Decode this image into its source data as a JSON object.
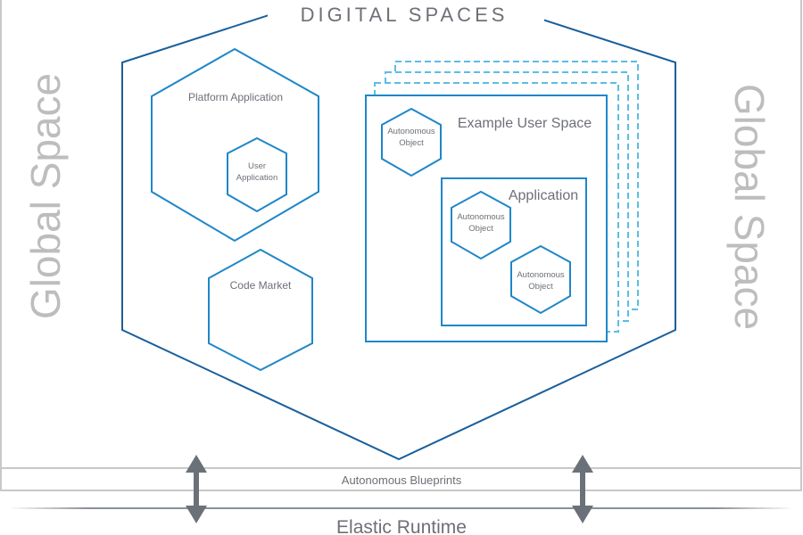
{
  "title": "DIGITAL SPACES",
  "global_space_left": "Global Space",
  "global_space_right": "Global Space",
  "platform_application": "Platform Application",
  "user_application": [
    "User",
    "Application"
  ],
  "code_market": "Code Market",
  "example_user_space": "Example User Space",
  "application": "Application",
  "autonomous_object": [
    "Autonomous",
    "Object"
  ],
  "autonomous_blueprints": "Autonomous Blueprints",
  "elastic_runtime": "Elastic Runtime",
  "colors": {
    "primary": "#1f87c8",
    "dark_blue": "#1a5f9a",
    "dashed": "#5bbde6",
    "gray_text": "#6d7077",
    "global_text": "#bdbdbd",
    "arrow": "#6b7178"
  }
}
